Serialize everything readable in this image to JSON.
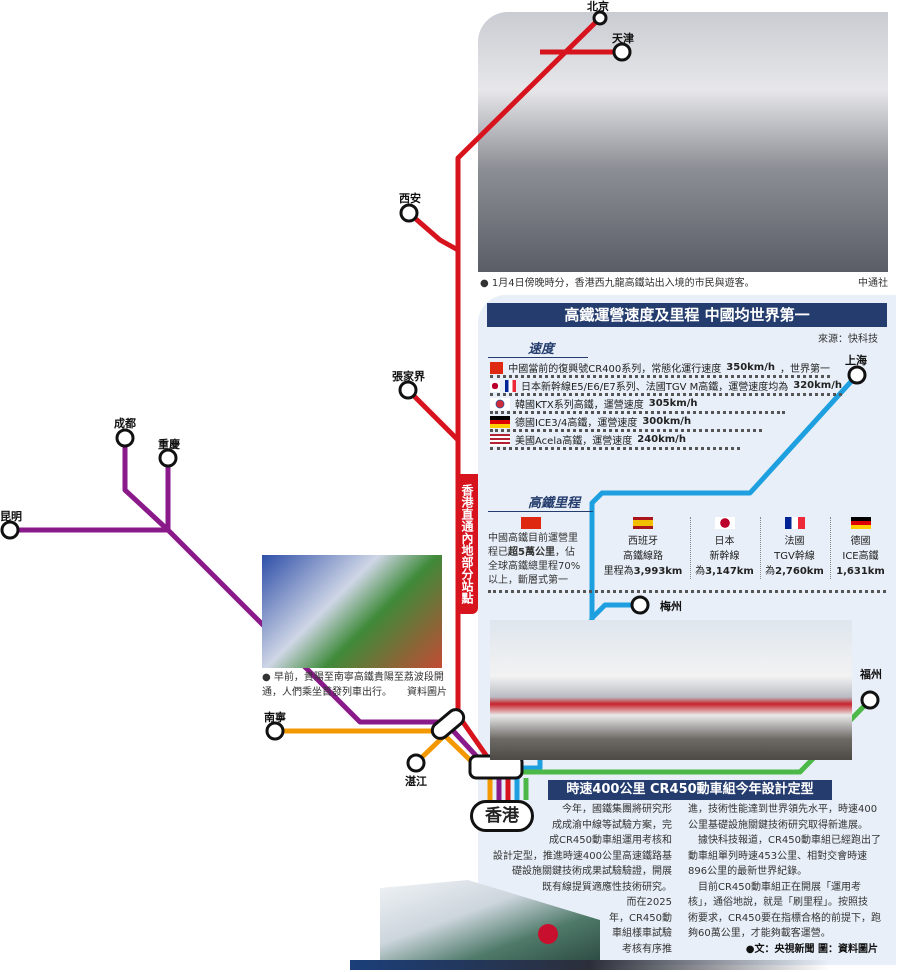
{
  "stations": {
    "beijing": "北京",
    "tianjin": "天津",
    "xian": "西安",
    "zhangjiajie": "張家界",
    "chengdu": "成都",
    "chongqing": "重慶",
    "kunming": "昆明",
    "nanning": "南寧",
    "zhanjiang": "湛江",
    "shanghai": "上海",
    "meizhou": "梅州",
    "fuzhou": "福州",
    "hongkong": "香港"
  },
  "vertical_label": "香港直通內地部分站點",
  "top_photo": {
    "caption": "1月4日傍晚時分，香港西九龍高鐵站出入境的市民與遊客。",
    "credit": "中通社"
  },
  "train_photo": {
    "caption_line1": "早前，貴陽至南寧高鐵貴陽至荔波段開",
    "caption_line2": "通，人們乘坐首發列車出行。",
    "credit": "資料圖片"
  },
  "infobox": {
    "title": "高鐵運營速度及里程  中國均世界第一",
    "source": "來源：快科技",
    "speed": {
      "heading": "速度",
      "rows": [
        {
          "pre": "中國當前的復興號CR400系列，常態化運行速度",
          "bold": "350km/h",
          "post": "，世界第一"
        },
        {
          "pre": "日本新幹線E5/E6/E7系列、法國TGV M高鐵，運營速度均為",
          "bold": "320km/h",
          "post": ""
        },
        {
          "pre": "韓國KTX系列高鐵，運營速度",
          "bold": "305km/h",
          "post": ""
        },
        {
          "pre": "德國ICE3/4高鐵，運營速度",
          "bold": "300km/h",
          "post": ""
        },
        {
          "pre": "美國Acela高鐵，運營速度",
          "bold": "240km/h",
          "post": ""
        }
      ]
    },
    "mileage": {
      "heading": "高鐵里程",
      "china": {
        "l1": "中國高鐵目前運營里",
        "l2a": "程已",
        "l2b": "超5萬公里",
        "l2c": "，佔",
        "l3": "全球高鐵總里程70%",
        "l4": "以上，斷層式第一"
      },
      "others": [
        {
          "l1": "西班牙",
          "l2": "高鐵線路",
          "l3a": "里程為",
          "l3b": "3,993km"
        },
        {
          "l1": "日本",
          "l2": "新幹線",
          "l3a": "為",
          "l3b": "3,147km"
        },
        {
          "l1": "法國",
          "l2": "TGV幹線",
          "l3a": "為",
          "l3b": "2,760km"
        },
        {
          "l1": "德國",
          "l2": "ICE高鐵",
          "l3a": "",
          "l3b": "1,631km"
        }
      ]
    }
  },
  "article": {
    "headline": "時速400公里  CR450動車組今年設計定型",
    "left": [
      "今年，國鐵集團將研究形",
      "成成渝中線等試驗方案，完",
      "成CR450動車組運用考核和",
      "設計定型，推進時速400公里高速鐵路基",
      "礎設施關鍵技術成果試驗驗證，開展",
      "既有線提質適應性技術研究。",
      "而在2025",
      "年，CR450動",
      "車組樣車試驗",
      "考核有序推"
    ],
    "right": [
      "進，技術性能達到世界領先水平，時速400",
      "公里基礎設施關鍵技術研究取得新進展。",
      "　據快科技報道，CR450動車組已經跑出了",
      "動車組單列時速453公里、相對交會時速",
      "896公里的最新世界紀錄。",
      "　目前CR450動車組正在開展「運用考",
      "核」，通俗地說，就是「刷里程」。按照技",
      "術要求，CR450要在指標合格的前提下，跑",
      "夠60萬公里，才能夠載客運營。"
    ],
    "credit": "●文：央視新聞  圖：資料圖片"
  },
  "colors": {
    "red": "#d7141e",
    "purple": "#8a1a8a",
    "orange": "#f39800",
    "blue": "#1ea0e0",
    "green": "#4cb848",
    "navy": "#253d6e"
  }
}
